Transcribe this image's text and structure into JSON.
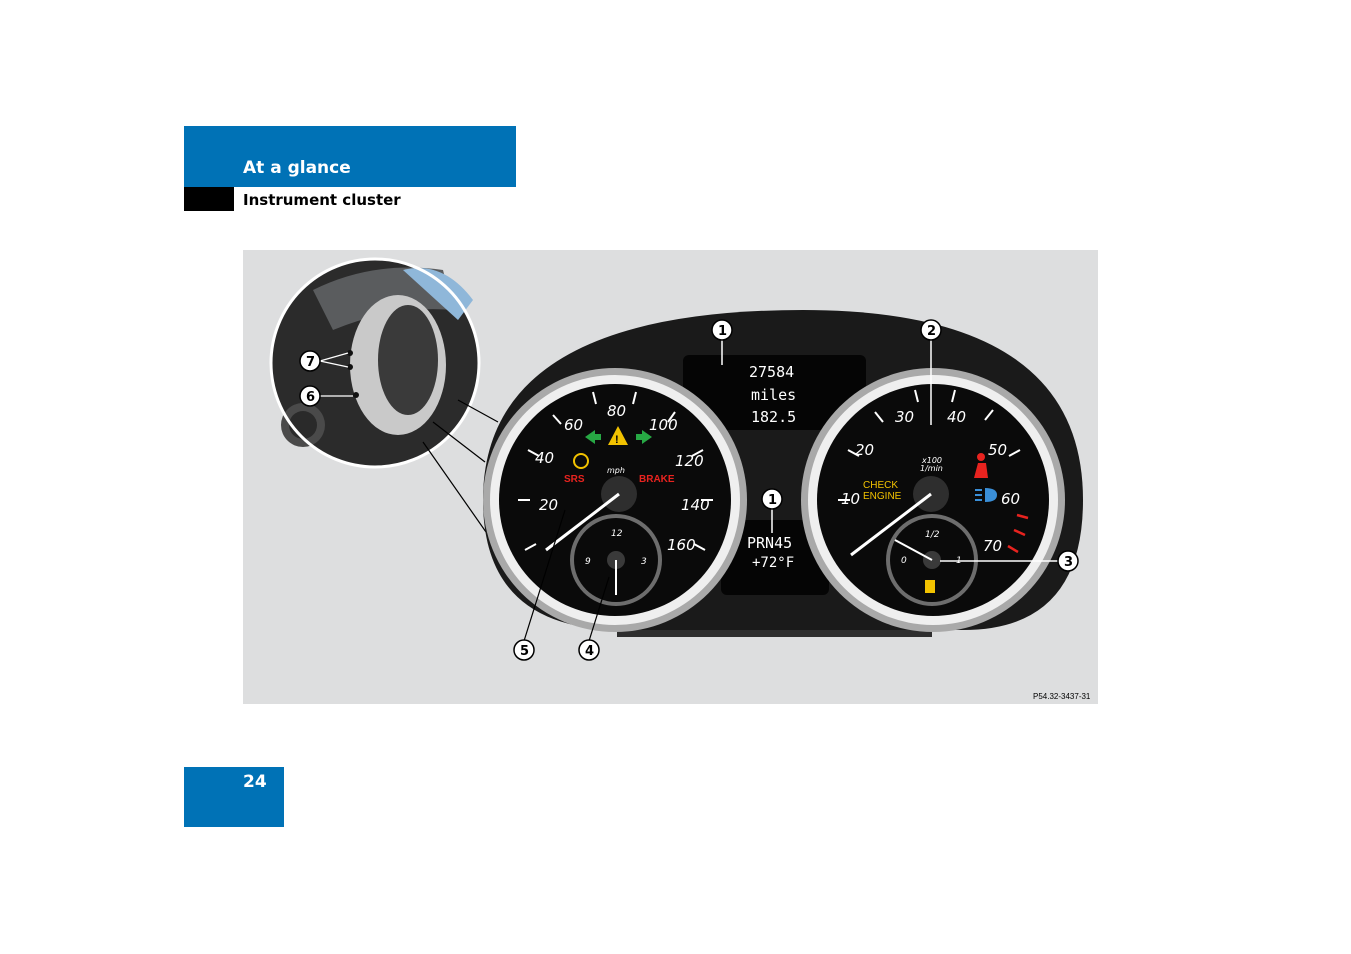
{
  "header": {
    "section_title": "At a glance",
    "subsection_title": "Instrument cluster"
  },
  "page_number": "24",
  "figure": {
    "image_code": "P54.32-3437-31",
    "display_top": {
      "odometer": "27584",
      "unit": "miles",
      "trip": "182.5"
    },
    "display_bottom": {
      "gear": "PRN45",
      "temperature": "+72°F"
    },
    "speedometer": {
      "unit": "mph",
      "ticks": [
        "20",
        "40",
        "60",
        "80",
        "100",
        "120",
        "140",
        "160"
      ],
      "indicators": [
        "SRS",
        "BRAKE"
      ]
    },
    "tachometer": {
      "unit_top": "x100",
      "unit_bottom": "1/min",
      "ticks": [
        "10",
        "20",
        "30",
        "40",
        "50",
        "60",
        "70"
      ],
      "indicators": {
        "check_line1": "CHECK",
        "check_line2": "ENGINE"
      }
    },
    "clock": {
      "labels": [
        "12",
        "3",
        "9"
      ]
    },
    "fuel_gauge": {
      "labels": [
        "0",
        "1/2",
        "1"
      ]
    },
    "callouts": [
      "1",
      "1",
      "2",
      "3",
      "4",
      "5",
      "6",
      "7"
    ],
    "colors": {
      "accent_blue": "#0072b6",
      "warning_red": "#e8231f",
      "signal_green": "#27a844",
      "amber": "#f2c200"
    }
  }
}
